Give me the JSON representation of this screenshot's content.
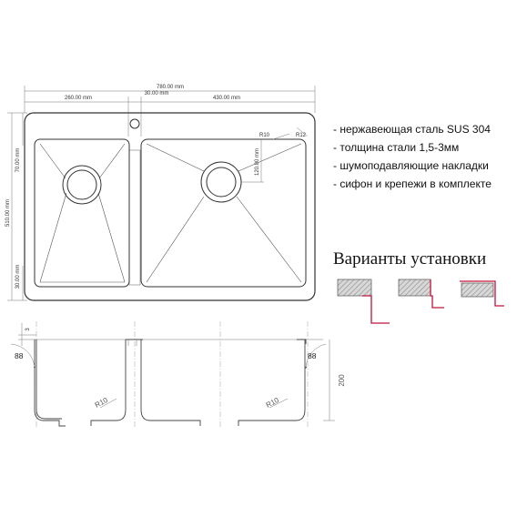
{
  "dimensions": {
    "total_width": "780.00 mm",
    "left_bowl_width": "260.00 mm",
    "gap": "30.00 mm",
    "right_bowl_width": "430.00 mm",
    "height": "510.00 mm",
    "top_offset": "70.00 mm",
    "bottom_offset": "30.00 mm",
    "drain_offset": "120.00 mm",
    "radius_inner": "R10",
    "radius_outer": "R12"
  },
  "side_view": {
    "rim": "3",
    "angle_left": "88",
    "angle_right": "88",
    "depth": "200",
    "radius_left": "R10",
    "radius_right": "R10"
  },
  "features": [
    "- нержавеющая сталь SUS 304",
    "- толщина стали 1,5-3мм",
    "- шумоподавляющие накладки",
    "- сифон и крепежи в комплекте"
  ],
  "install": {
    "title": "Варианты установки",
    "accent_color": "#c0143c",
    "hatch_color": "#7a7a7a"
  }
}
